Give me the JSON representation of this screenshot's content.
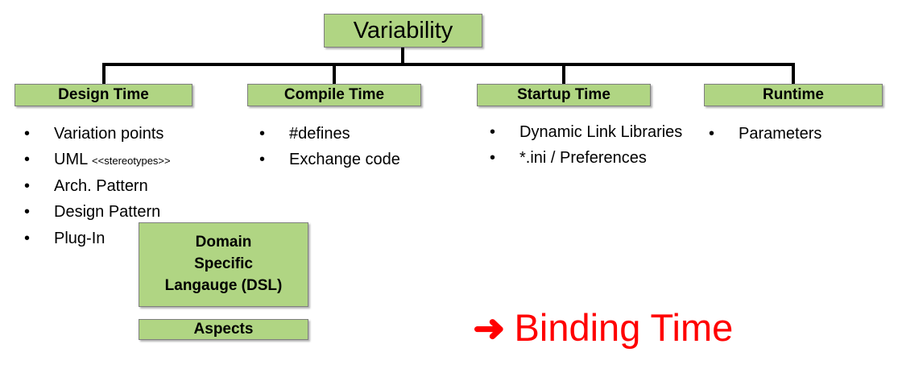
{
  "diagram": {
    "root": {
      "label": "Variability"
    },
    "branches": [
      {
        "id": "design-time",
        "header": "Design Time",
        "items": [
          {
            "text": "Variation points",
            "note": ""
          },
          {
            "text": "UML",
            "note": "<<stereotypes>>"
          },
          {
            "text": "Arch. Pattern",
            "note": ""
          },
          {
            "text": "Design Pattern",
            "note": ""
          },
          {
            "text": "Plug-In",
            "note": ""
          }
        ]
      },
      {
        "id": "compile-time",
        "header": "Compile Time",
        "items": [
          {
            "text": "#defines",
            "note": ""
          },
          {
            "text": "Exchange code",
            "note": ""
          }
        ]
      },
      {
        "id": "startup-time",
        "header": "Startup Time",
        "items": [
          {
            "text": "Dynamic Link Libraries",
            "note": ""
          },
          {
            "text": "*.ini / Preferences",
            "note": ""
          }
        ]
      },
      {
        "id": "runtime",
        "header": "Runtime",
        "items": [
          {
            "text": "Parameters",
            "note": ""
          }
        ]
      }
    ],
    "extra_boxes": [
      {
        "id": "dsl",
        "line1": "Domain",
        "line2": "Specific",
        "line3": "Langauge (DSL)"
      },
      {
        "id": "aspects",
        "label": "Aspects"
      }
    ],
    "callout": {
      "arrow_icon": "right-arrow-icon",
      "arrow_glyph": "➜",
      "label": "Binding Time",
      "color": "#ff0000"
    },
    "bullet_glyph": "•",
    "colors": {
      "box_fill": "#b0d583",
      "box_border": "#7f7f7f",
      "line": "#000000",
      "text": "#000000",
      "callout": "#ff0000",
      "background": "#ffffff"
    }
  }
}
